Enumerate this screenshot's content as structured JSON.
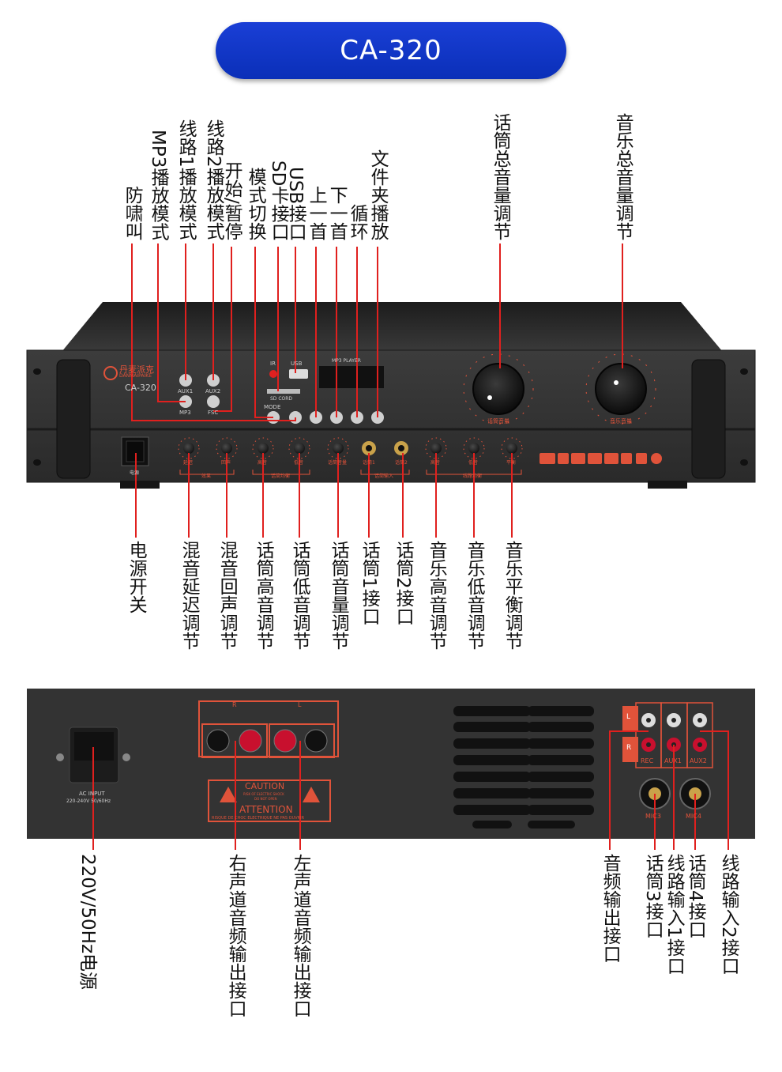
{
  "title": "CA-320",
  "front_top_labels": [
    {
      "id": "anti-howl",
      "text": "防啸叫"
    },
    {
      "id": "mp3-mode",
      "text": "MP3播放模式"
    },
    {
      "id": "line1-mode",
      "text": "线路1播放模式"
    },
    {
      "id": "line2-mode",
      "text": "线路2播放模式"
    },
    {
      "id": "play-pause",
      "text": "开始/暂停"
    },
    {
      "id": "mode-switch",
      "text": "模式切换"
    },
    {
      "id": "sd-port",
      "text": "SD卡接口"
    },
    {
      "id": "usb-port",
      "text": "USB接口"
    },
    {
      "id": "prev",
      "text": "上一首"
    },
    {
      "id": "next",
      "text": "下一首"
    },
    {
      "id": "loop",
      "text": "循环"
    },
    {
      "id": "folder",
      "text": "文件夹播放"
    },
    {
      "id": "mic-master",
      "text": "话筒总音量调节"
    },
    {
      "id": "music-master",
      "text": "音乐总音量调节"
    }
  ],
  "front_bottom_labels": [
    {
      "id": "power",
      "text": "电源开关"
    },
    {
      "id": "delay",
      "text": "混音延迟调节"
    },
    {
      "id": "echo",
      "text": "混音回声调节"
    },
    {
      "id": "mic-treble",
      "text": "话筒高音调节"
    },
    {
      "id": "mic-bass",
      "text": "话筒低音调节"
    },
    {
      "id": "mic-vol",
      "text": "话筒音量调节"
    },
    {
      "id": "mic1",
      "text": "话筒1接口"
    },
    {
      "id": "mic2",
      "text": "话筒2接口"
    },
    {
      "id": "music-treble",
      "text": "音乐高音调节"
    },
    {
      "id": "music-bass",
      "text": "音乐低音调节"
    },
    {
      "id": "music-balance",
      "text": "音乐平衡调节"
    }
  ],
  "rear_labels": [
    {
      "id": "mains",
      "text": "220V/50Hz电源"
    },
    {
      "id": "right-out",
      "text": "右声道音频输出接口"
    },
    {
      "id": "left-out",
      "text": "左声道音频输出接口"
    },
    {
      "id": "audio-out",
      "text": "音频输出接口"
    },
    {
      "id": "mic3",
      "text": "话筒3接口"
    },
    {
      "id": "line-in1",
      "text": "线路输入1接口"
    },
    {
      "id": "mic4",
      "text": "话筒4接口"
    },
    {
      "id": "line-in2",
      "text": "线路输入2接口"
    }
  ],
  "front_panel": {
    "brand": "丹麦派克",
    "brand_en": "DANMAIPAIKE",
    "model": "CA-320",
    "btn_aux1": "AUX1",
    "btn_aux2": "AUX2",
    "btn_mp3": "MP3",
    "btn_fsc": "FSC",
    "ir": "IR",
    "usb": "USB",
    "sd": "SD CORD",
    "mode": "MODE",
    "mp3_player": "MP3 PLAYER",
    "mic_master": "话筒音量",
    "music_master": "音乐音量",
    "power": "电源",
    "k_delay": "延迟",
    "k_echo": "回声",
    "k_mic_treble": "高音",
    "k_mic_bass": "低音",
    "k_mic_vol": "话筒音量",
    "k_mic1": "话筒1",
    "k_mic2": "话筒2",
    "k_music_treble": "高音",
    "k_music_bass": "低音",
    "k_balance": "平衡",
    "g_effect": "效果",
    "g_mic_eq": "话筒均衡",
    "g_mic_in": "话筒输入",
    "g_line_eq": "线路均衡"
  },
  "rear_panel": {
    "ac_input": "AC INPUT",
    "ac_rating": "220-240V 50/60Hz",
    "r": "R",
    "l": "L",
    "caution": "CAUTION",
    "caution_sub1": "RISK OF ELECTRIC SHOCK",
    "caution_sub2": "DO NOT OPEN",
    "attention": "ATTENTION",
    "attention_sub": "RISQUE DE CHOC ELECTRIQUE NE PAS OUVRIR",
    "rec": "REC",
    "aux1": "AUX1",
    "aux2": "AUX2",
    "mic3": "MIC3",
    "mic4": "MIC4",
    "row_l": "L",
    "row_r": "R"
  }
}
